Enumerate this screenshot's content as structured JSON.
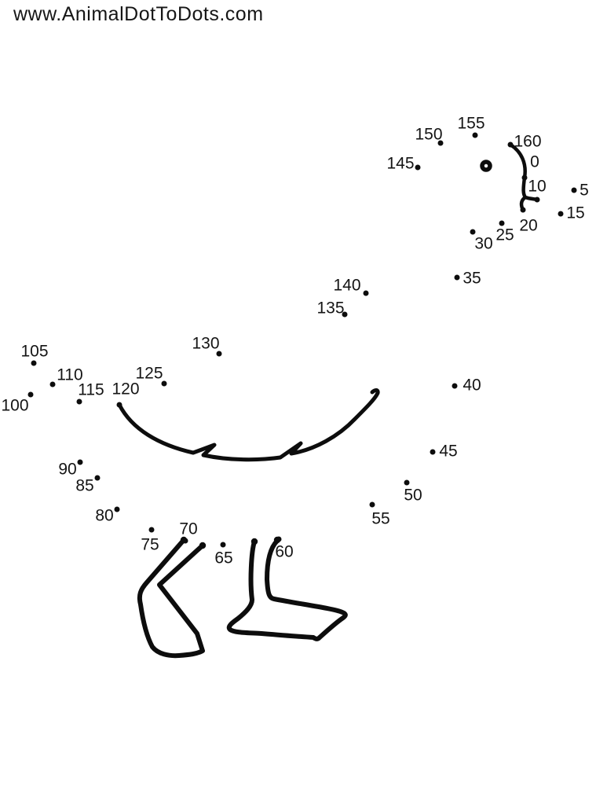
{
  "header": {
    "url_text": "www.AnimalDotToDots.com"
  },
  "puzzle": {
    "subject": "duck-dot-to-dot",
    "ink_color": "#0d0d0d",
    "number_step": 5,
    "min_number": 0,
    "max_number": 160,
    "points": [
      {
        "n": "0",
        "dot": [
          668,
          226
        ],
        "label": [
          681,
          206
        ]
      },
      {
        "n": "5",
        "dot": [
          731,
          242
        ],
        "label": [
          744,
          242
        ]
      },
      {
        "n": "10",
        "dot": [
          684,
          254
        ],
        "label": [
          684,
          237
        ]
      },
      {
        "n": "15",
        "dot": [
          714,
          272
        ],
        "label": [
          733,
          271
        ]
      },
      {
        "n": "20",
        "dot": [
          666,
          267
        ],
        "label": [
          673,
          287
        ]
      },
      {
        "n": "25",
        "dot": [
          639,
          284
        ],
        "label": [
          643,
          299
        ]
      },
      {
        "n": "30",
        "dot": [
          602,
          295
        ],
        "label": [
          616,
          310
        ]
      },
      {
        "n": "35",
        "dot": [
          582,
          353
        ],
        "label": [
          601,
          354
        ]
      },
      {
        "n": "40",
        "dot": [
          579,
          491
        ],
        "label": [
          601,
          490
        ]
      },
      {
        "n": "45",
        "dot": [
          551,
          575
        ],
        "label": [
          571,
          574
        ]
      },
      {
        "n": "50",
        "dot": [
          518,
          614
        ],
        "label": [
          526,
          630
        ]
      },
      {
        "n": "55",
        "dot": [
          474,
          642
        ],
        "label": [
          485,
          660
        ]
      },
      {
        "n": "60",
        "dot": [
          355,
          686
        ],
        "label": [
          362,
          702
        ]
      },
      {
        "n": "65",
        "dot": [
          284,
          693
        ],
        "label": [
          285,
          710
        ]
      },
      {
        "n": "70",
        "dot": [
          236,
          688
        ],
        "label": [
          240,
          673
        ]
      },
      {
        "n": "75",
        "dot": [
          193,
          674
        ],
        "label": [
          191,
          693
        ]
      },
      {
        "n": "80",
        "dot": [
          149,
          648
        ],
        "label": [
          133,
          656
        ]
      },
      {
        "n": "85",
        "dot": [
          124,
          608
        ],
        "label": [
          108,
          618
        ]
      },
      {
        "n": "90",
        "dot": [
          102,
          588
        ],
        "label": [
          86,
          597
        ]
      },
      {
        "n": "100",
        "dot": [
          39,
          502
        ],
        "label": [
          19,
          516
        ]
      },
      {
        "n": "105",
        "dot": [
          43,
          462
        ],
        "label": [
          44,
          447
        ]
      },
      {
        "n": "110",
        "dot": [
          67,
          489
        ],
        "label": [
          89,
          477
        ]
      },
      {
        "n": "115",
        "dot": [
          101,
          511
        ],
        "label": [
          116,
          496
        ]
      },
      {
        "n": "120",
        "dot": [
          152,
          515
        ],
        "label": [
          160,
          495
        ]
      },
      {
        "n": "125",
        "dot": [
          209,
          488
        ],
        "label": [
          190,
          475
        ]
      },
      {
        "n": "130",
        "dot": [
          279,
          450
        ],
        "label": [
          262,
          437
        ]
      },
      {
        "n": "135",
        "dot": [
          439,
          400
        ],
        "label": [
          421,
          392
        ]
      },
      {
        "n": "140",
        "dot": [
          466,
          373
        ],
        "label": [
          442,
          363
        ]
      },
      {
        "n": "145",
        "dot": [
          532,
          213
        ],
        "label": [
          510,
          208
        ]
      },
      {
        "n": "150",
        "dot": [
          561,
          182
        ],
        "label": [
          546,
          171
        ]
      },
      {
        "n": "155",
        "dot": [
          605,
          172
        ],
        "label": [
          600,
          157
        ]
      },
      {
        "n": "160",
        "dot": [
          650,
          184
        ],
        "label": [
          672,
          180
        ]
      }
    ]
  }
}
